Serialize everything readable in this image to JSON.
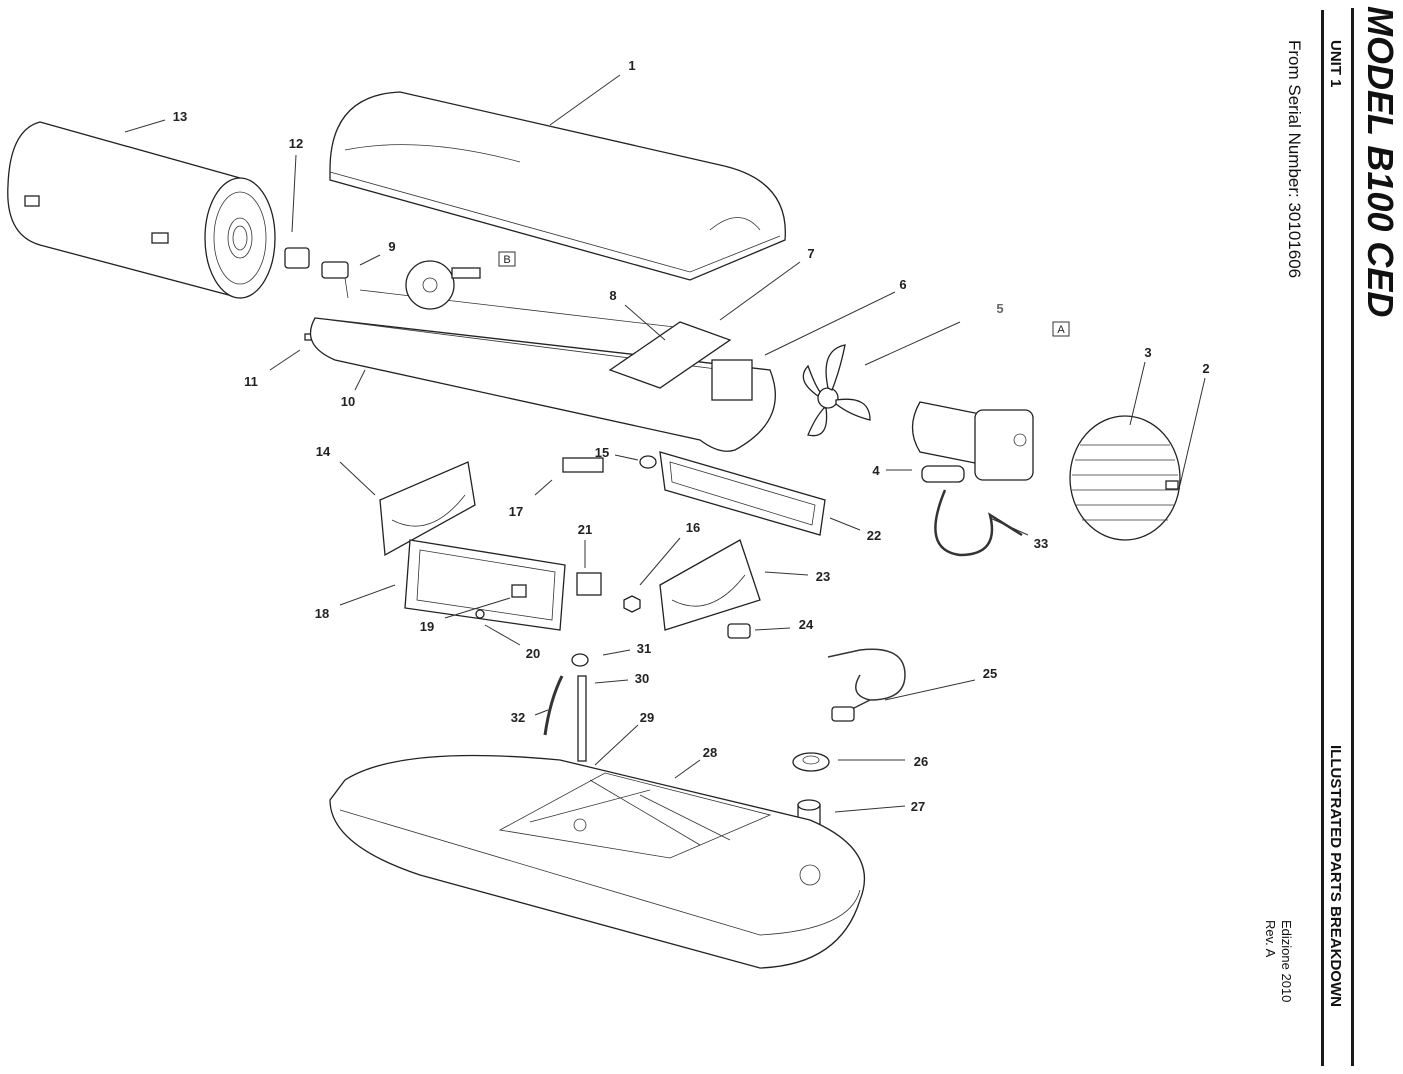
{
  "title_block": {
    "model": "MODEL B100 CED",
    "unit": "UNIT 1",
    "serial": "From Serial Number: 30101606",
    "section": "ILLUSTRATED PARTS BREAKDOWN",
    "edition": "Edizione 2010",
    "revision": "Rev. A"
  },
  "callouts": [
    "1",
    "2",
    "3",
    "4",
    "5",
    "6",
    "7",
    "8",
    "9",
    "10",
    "11",
    "12",
    "13",
    "14",
    "15",
    "16",
    "17",
    "18",
    "19",
    "20",
    "21",
    "22",
    "23",
    "24",
    "25",
    "26",
    "27",
    "28",
    "29",
    "30",
    "31",
    "32",
    "33"
  ],
  "detail_markers": {
    "a": "A",
    "b": "B"
  }
}
